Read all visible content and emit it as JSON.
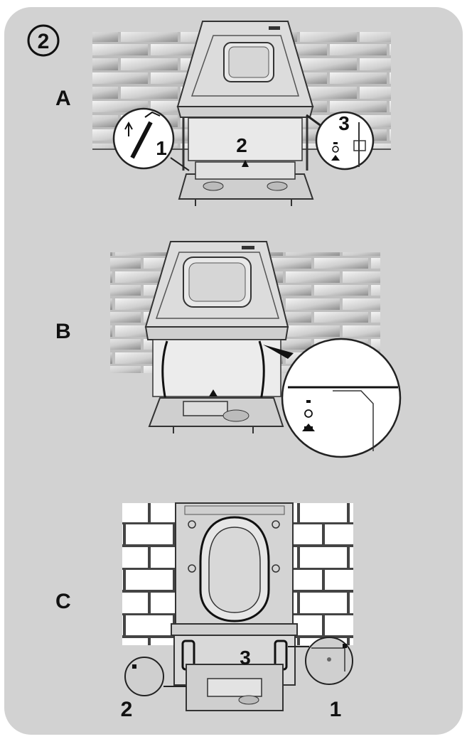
{
  "step_number": "2",
  "panels": [
    {
      "id": "A",
      "callouts": [
        "1",
        "2",
        "3"
      ]
    },
    {
      "id": "B",
      "callouts": []
    },
    {
      "id": "C",
      "callouts": [
        "3",
        "2",
        "1"
      ]
    }
  ],
  "colors": {
    "background": "#d2d2d2",
    "brick_light": "#f2f2f2",
    "brick_dark": "#9e9e9e",
    "mortar": "#c8c8c8",
    "machine": "#d9d9d9",
    "outline": "#333333"
  }
}
